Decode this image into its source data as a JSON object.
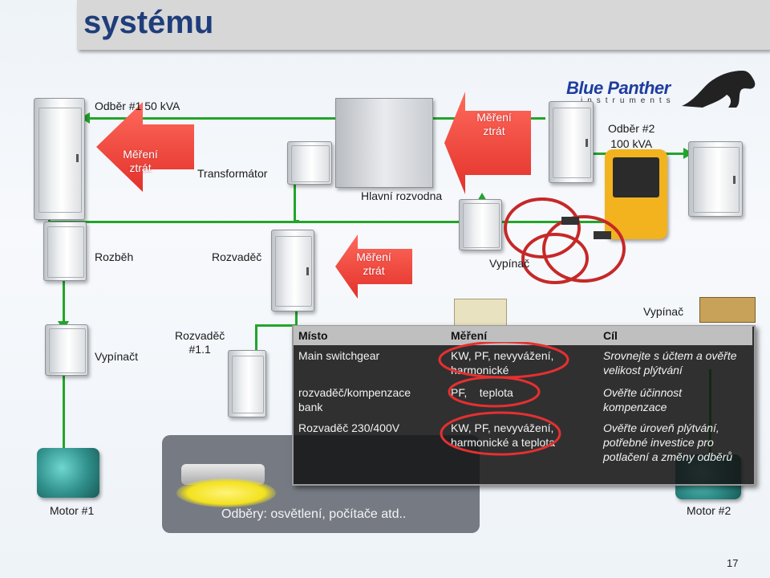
{
  "slide": {
    "title": "systému",
    "page_number": "17"
  },
  "brand": {
    "logo_main": "Blue Panther",
    "logo_sub": "instruments"
  },
  "labels": {
    "odber1": "Odběr #1 50 kVA",
    "transformator": "Transformátor",
    "hlavni_rozvodna": "Hlavní rozvodna",
    "odber2_line1": "Odběr #2",
    "odber2_line2": "100 kVA",
    "rozbeh": "Rozběh",
    "rozvadec": "Rozvaděč",
    "vypinac_mid": "Vypínač",
    "vypinac_right": "Vypínač",
    "vypinact": "Vypínačt",
    "rozvadec_11_line1": "Rozvaděč",
    "rozvadec_11_line2": "#1.1",
    "motor1": "Motor #1",
    "motor2": "Motor #2",
    "odbery": "Odběry: osvětlení, počítače atd.."
  },
  "arrows": {
    "left_line1": "Měření",
    "left_line2": "ztrát",
    "top_line1": "Měření",
    "top_line2": "ztrát",
    "mid_line1": "Měření",
    "mid_line2": "ztrát"
  },
  "table": {
    "headers": [
      "Místo",
      "Měření",
      "Cíl"
    ],
    "rows": [
      {
        "misto": "Main switchgear",
        "mereni_1": "KW, PF, nevyvážení,",
        "mereni_2": "harmonické",
        "cil_1": "Srovnejte s účtem a ověřte",
        "cil_2": "velikost plýtvání",
        "cil_3": ""
      },
      {
        "misto_1": "rozvaděč/kompenzace",
        "misto_2": "bank",
        "mereni_1": "PF,    teplota",
        "cil_1": "Ověřte účinnost",
        "cil_2": "kompenzace"
      },
      {
        "misto": "Rozvaděč 230/400V",
        "mereni_1": "KW, PF, nevyvážení,",
        "mereni_2": "harmonické a teplota",
        "cil_1": "Ověřte úroveň plýtvání,",
        "cil_2": "potřebné investice pro",
        "cil_3": "potlačení a změny odběrů"
      }
    ]
  },
  "colors": {
    "title": "#1f3d7a",
    "line": "#22a52a",
    "arrow": "#e8423c",
    "highlight_circle": "#e53030",
    "table_bg": "#141414",
    "header_bg": "#bfbfbf"
  }
}
